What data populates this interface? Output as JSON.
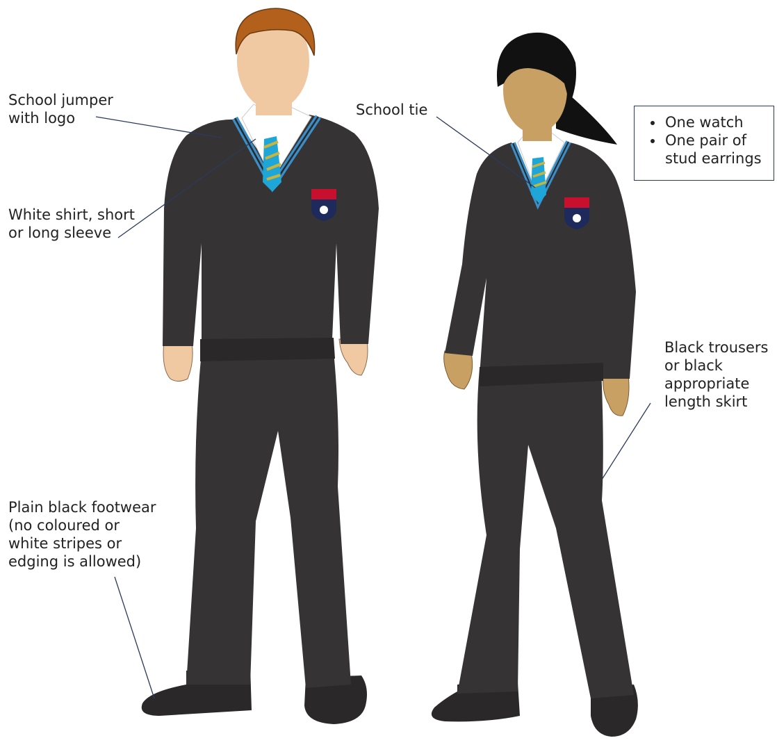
{
  "labels": {
    "jumper": [
      "School jumper",
      "with logo"
    ],
    "shirt": [
      "White shirt, short",
      "or long sleeve"
    ],
    "tie": [
      "School tie"
    ],
    "trousers": [
      "Black trousers",
      "or black",
      "appropriate",
      "length skirt"
    ],
    "footwear": [
      "Plain black footwear",
      "(no coloured or",
      "white stripes or",
      "edging is allowed)"
    ]
  },
  "accessories": [
    "One watch",
    "One pair of",
    "stud earrings"
  ],
  "colors": {
    "garment": "#363334",
    "garment_shadow": "#2a2828",
    "shirt": "#ffffff",
    "tie_blue": "#1fa6d8",
    "tie_gold": "#c9b43c",
    "trim_blue": "#3b8fc9",
    "skin_boy": "#f0c9a3",
    "skin_girl": "#c9a064",
    "hair_boy": "#b3601c",
    "hair_girl": "#111111",
    "badge_red": "#c8102e",
    "badge_navy": "#1d2a5b",
    "leader_line": "#2b3a5c"
  }
}
